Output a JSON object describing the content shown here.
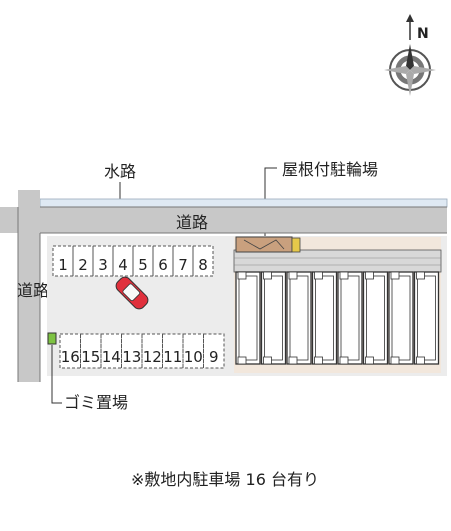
{
  "compass": {
    "north_label": "N",
    "icon": "compass-rose-icon"
  },
  "labels": {
    "waterway": "水路",
    "road_top": "道路",
    "road_left": "道路",
    "bike_parking": "屋根付駐輪場",
    "garbage": "ゴミ置場",
    "footer": "※敷地内駐車場 16 台有り"
  },
  "parking": {
    "top_row": [
      "1",
      "2",
      "3",
      "4",
      "5",
      "6",
      "7",
      "8"
    ],
    "bottom_row": [
      "16",
      "15",
      "14",
      "13",
      "12",
      "11",
      "10",
      "9"
    ]
  },
  "colors": {
    "road": "#c8c8c8",
    "water": "#dfe9f3",
    "site": "#ececec",
    "building_beige": "#f2e7dc",
    "bike_roof": "#c9a07e",
    "garbage": "#7dc242",
    "car": "#e0303c"
  }
}
